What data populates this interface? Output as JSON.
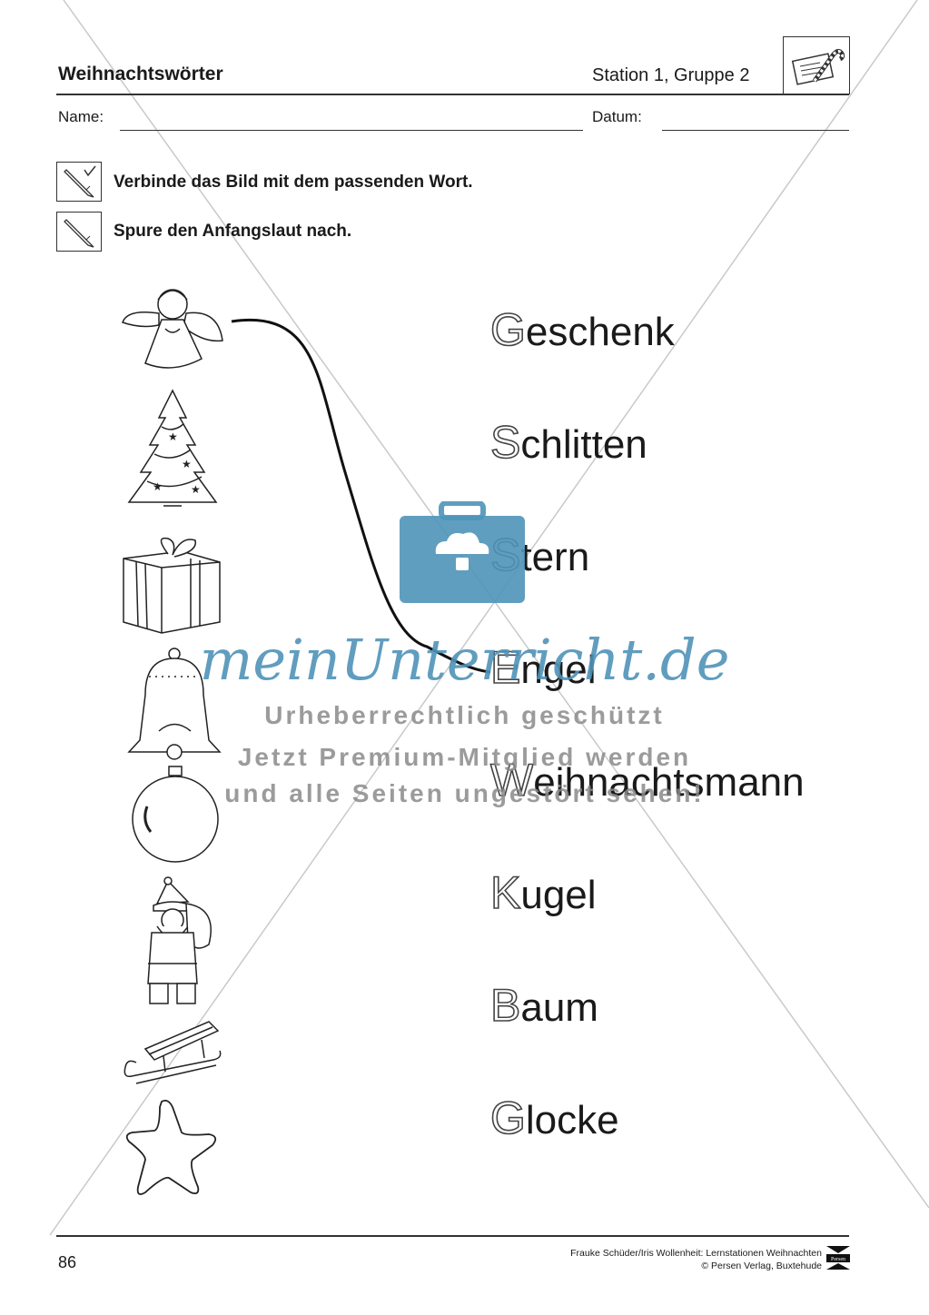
{
  "header": {
    "title": "Weihnachtswörter",
    "station": "Station 1, Gruppe 2"
  },
  "form": {
    "name_label": "Name:",
    "date_label": "Datum:"
  },
  "instructions": [
    {
      "icon": "pencil-check-icon",
      "text": "Verbinde das Bild mit dem passenden Wort."
    },
    {
      "icon": "pencil-icon",
      "text": "Spure den Anfangslaut nach."
    }
  ],
  "pictures": [
    {
      "icon": "angel-icon"
    },
    {
      "icon": "christmas-tree-icon"
    },
    {
      "icon": "gift-icon"
    },
    {
      "icon": "bell-icon"
    },
    {
      "icon": "ornament-ball-icon"
    },
    {
      "icon": "santa-claus-icon"
    },
    {
      "icon": "sled-icon"
    },
    {
      "icon": "star-icon"
    }
  ],
  "words": [
    {
      "first": "G",
      "rest": "eschenk"
    },
    {
      "first": "S",
      "rest": "chlitten"
    },
    {
      "first": "S",
      "rest": "tern"
    },
    {
      "first": "E",
      "rest": "ngel"
    },
    {
      "first": "W",
      "rest": "eihnachtsmann"
    },
    {
      "first": "K",
      "rest": "ugel"
    },
    {
      "first": "B",
      "rest": "aum"
    },
    {
      "first": "G",
      "rest": "locke"
    }
  ],
  "watermark": {
    "brand": "meinUnterricht.de",
    "line1": "Urheberrechtlich geschützt",
    "line2": "Jetzt Premium-Mitglied werden",
    "line3": "und alle Seiten ungestört sehen!"
  },
  "footer": {
    "page_number": "86",
    "credit_line1": "Frauke Schüder/Iris Wollenheit: Lernstationen Weihnachten",
    "credit_line2": "© Persen Verlag, Buxtehude",
    "publisher_logo_text": "Persen"
  },
  "colors": {
    "watermark_blue": "#4f93b9",
    "watermark_gray": "#8a8a8a"
  }
}
